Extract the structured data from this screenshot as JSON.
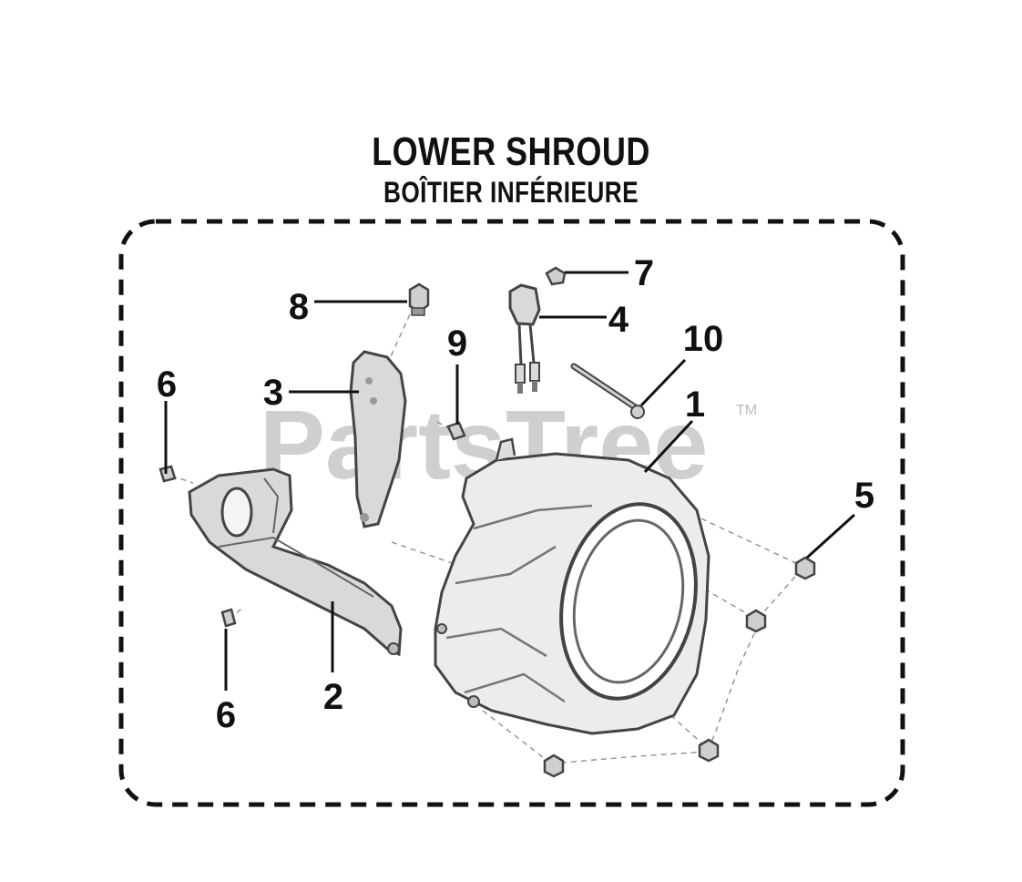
{
  "diagram": {
    "title": "LOWER SHROUD",
    "subtitle": "BOÎTIER INFÉRIEURE",
    "watermark": "PartsTree",
    "trademark": "TM",
    "callouts": [
      "1",
      "2",
      "3",
      "4",
      "5",
      "6",
      "6",
      "7",
      "8",
      "9",
      "10"
    ]
  },
  "colors": {
    "ink": "#111111",
    "part_outline": "#444444",
    "part_fill": "#d9d9d9",
    "watermark": "#cccccc"
  }
}
